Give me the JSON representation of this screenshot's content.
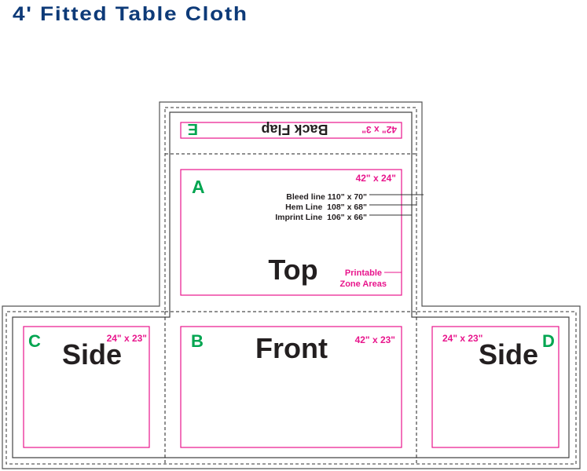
{
  "title": "4' Fitted Table Cloth",
  "colors": {
    "title": "#0d3a78",
    "pink": "#e8158c",
    "green": "#00a550",
    "text": "#231f20"
  },
  "panels": {
    "flap": {
      "letter": "E",
      "name": "Back Flap",
      "size": "42\" x 3\""
    },
    "top": {
      "letter": "A",
      "name": "Top",
      "size": "42\" x 24\""
    },
    "front": {
      "letter": "B",
      "name": "Front",
      "size": "42\" x 23\""
    },
    "side_left": {
      "letter": "C",
      "name": "Side",
      "size": "24\" x 23\""
    },
    "side_right": {
      "letter": "D",
      "name": "Side",
      "size": "24\" x 23\""
    }
  },
  "legend": {
    "bleed": "Bleed line 110\" x 70\"",
    "hem": "Hem Line  108\" x 68\"",
    "imprint": "Imprint Line  106\" x 66\"",
    "printable_1": "Printable",
    "printable_2": "Zone Areas"
  }
}
